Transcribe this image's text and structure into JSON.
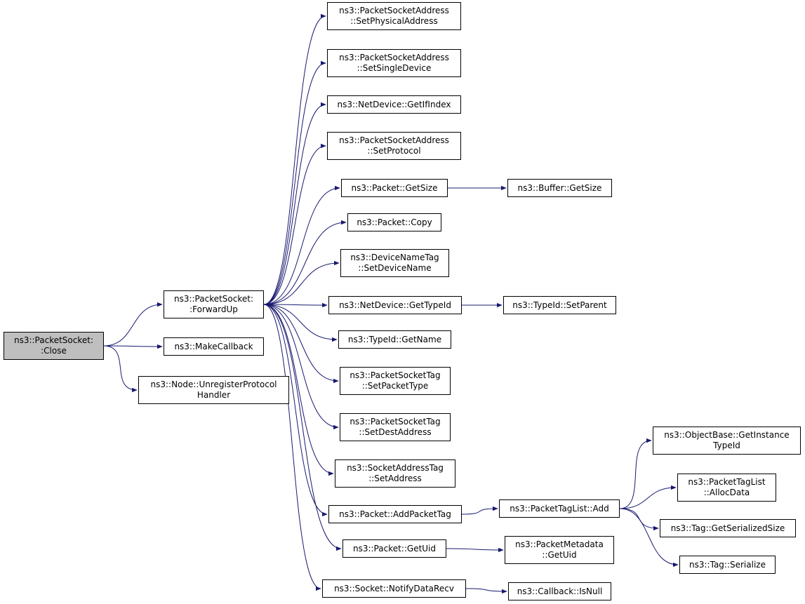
{
  "graph": {
    "colors": {
      "edge": "#191970",
      "node_border": "#000000",
      "node_fill": "#ffffff",
      "root_fill": "#bfbfbf"
    },
    "nodes": [
      {
        "id": "close",
        "lines": [
          "ns3::PacketSocket:",
          ":Close"
        ],
        "root": true
      },
      {
        "id": "forwardup",
        "lines": [
          "ns3::PacketSocket:",
          ":ForwardUp"
        ]
      },
      {
        "id": "makecallback",
        "lines": [
          "ns3::MakeCallback"
        ]
      },
      {
        "id": "unregister",
        "lines": [
          "ns3::Node::UnregisterProtocol",
          "Handler"
        ]
      },
      {
        "id": "setphysical",
        "lines": [
          "ns3::PacketSocketAddress",
          "::SetPhysicalAddress"
        ]
      },
      {
        "id": "setsingle",
        "lines": [
          "ns3::PacketSocketAddress",
          "::SetSingleDevice"
        ]
      },
      {
        "id": "getifindex",
        "lines": [
          "ns3::NetDevice::GetIfIndex"
        ]
      },
      {
        "id": "setprotocol",
        "lines": [
          "ns3::PacketSocketAddress",
          "::SetProtocol"
        ]
      },
      {
        "id": "packetgetsize",
        "lines": [
          "ns3::Packet::GetSize"
        ]
      },
      {
        "id": "buffergetsize",
        "lines": [
          "ns3::Buffer::GetSize"
        ]
      },
      {
        "id": "packetcopy",
        "lines": [
          "ns3::Packet::Copy"
        ]
      },
      {
        "id": "setdevicename",
        "lines": [
          "ns3::DeviceNameTag",
          "::SetDeviceName"
        ]
      },
      {
        "id": "getTypeId",
        "lines": [
          "ns3::NetDevice::GetTypeId"
        ]
      },
      {
        "id": "setparent",
        "lines": [
          "ns3::TypeId::SetParent"
        ]
      },
      {
        "id": "getname",
        "lines": [
          "ns3::TypeId::GetName"
        ]
      },
      {
        "id": "setpackettype",
        "lines": [
          "ns3::PacketSocketTag",
          "::SetPacketType"
        ]
      },
      {
        "id": "setdestaddress",
        "lines": [
          "ns3::PacketSocketTag",
          "::SetDestAddress"
        ]
      },
      {
        "id": "setaddress",
        "lines": [
          "ns3::SocketAddressTag",
          "::SetAddress"
        ]
      },
      {
        "id": "addpackettag",
        "lines": [
          "ns3::Packet::AddPacketTag"
        ]
      },
      {
        "id": "taglistadd",
        "lines": [
          "ns3::PacketTagList::Add"
        ]
      },
      {
        "id": "getinstancetypeid",
        "lines": [
          "ns3::ObjectBase::GetInstance",
          "TypeId"
        ]
      },
      {
        "id": "allocdata",
        "lines": [
          "ns3::PacketTagList",
          "::AllocData"
        ]
      },
      {
        "id": "getserializedsize",
        "lines": [
          "ns3::Tag::GetSerializedSize"
        ]
      },
      {
        "id": "serialize",
        "lines": [
          "ns3::Tag::Serialize"
        ]
      },
      {
        "id": "getuid",
        "lines": [
          "ns3::Packet::GetUid"
        ]
      },
      {
        "id": "metadatagetuid",
        "lines": [
          "ns3::PacketMetadata",
          "::GetUid"
        ]
      },
      {
        "id": "notifydatarecv",
        "lines": [
          "ns3::Socket::NotifyDataRecv"
        ]
      },
      {
        "id": "isnull",
        "lines": [
          "ns3::Callback::IsNull"
        ]
      }
    ],
    "edges": [
      [
        "close",
        "forwardup"
      ],
      [
        "close",
        "makecallback"
      ],
      [
        "close",
        "unregister"
      ],
      [
        "forwardup",
        "setphysical"
      ],
      [
        "forwardup",
        "setsingle"
      ],
      [
        "forwardup",
        "getifindex"
      ],
      [
        "forwardup",
        "setprotocol"
      ],
      [
        "forwardup",
        "packetgetsize"
      ],
      [
        "forwardup",
        "packetcopy"
      ],
      [
        "forwardup",
        "setdevicename"
      ],
      [
        "forwardup",
        "getTypeId"
      ],
      [
        "forwardup",
        "getname"
      ],
      [
        "forwardup",
        "setpackettype"
      ],
      [
        "forwardup",
        "setdestaddress"
      ],
      [
        "forwardup",
        "setaddress"
      ],
      [
        "forwardup",
        "addpackettag"
      ],
      [
        "forwardup",
        "getuid"
      ],
      [
        "forwardup",
        "notifydatarecv"
      ],
      [
        "packetgetsize",
        "buffergetsize"
      ],
      [
        "getTypeId",
        "setparent"
      ],
      [
        "addpackettag",
        "taglistadd"
      ],
      [
        "taglistadd",
        "getinstancetypeid"
      ],
      [
        "taglistadd",
        "allocdata"
      ],
      [
        "taglistadd",
        "getserializedsize"
      ],
      [
        "taglistadd",
        "serialize"
      ],
      [
        "getuid",
        "metadatagetuid"
      ],
      [
        "notifydatarecv",
        "isnull"
      ]
    ]
  }
}
